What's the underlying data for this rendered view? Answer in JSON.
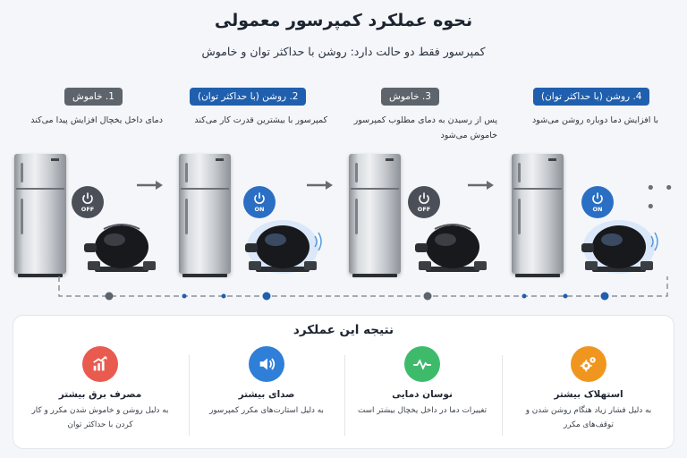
{
  "header": {
    "title": "نحوه عملکرد کمپرسور معمولی",
    "subtitle": "کمپرسور فقط دو حالت دارد: روشن با حداکثر توان و خاموش"
  },
  "stages": [
    {
      "label": "1. خاموش",
      "state": "off",
      "description": "دمای داخل یخچال افزایش پیدا می‌کند",
      "power_label": "OFF"
    },
    {
      "label": "2. روشن (با حداکثر توان)",
      "state": "on",
      "description": "کمپرسور با بیشترین قدرت کار می‌کند",
      "power_label": "ON"
    },
    {
      "label": "3. خاموش",
      "state": "off",
      "description": "پس از رسیدن به دمای مطلوب کمپرسور خاموش می‌شود",
      "power_label": "OFF"
    },
    {
      "label": "4. روشن (با حداکثر توان)",
      "state": "on",
      "description": "با افزایش دما دوباره روشن می‌شود",
      "power_label": "ON"
    }
  ],
  "more_indicator": "• • •",
  "results": {
    "title": "نتیجه این عملکرد",
    "cards": [
      {
        "title": "مصرف برق بیشتر",
        "description": "به دلیل روشن و خاموش شدن مکرر و کار کردن با حداکثر توان",
        "icon": "chart-up-icon",
        "color": "#e95a4f"
      },
      {
        "title": "صدای بیشتر",
        "description": "به دلیل استارت‌های مکرر کمپرسور",
        "icon": "speaker-icon",
        "color": "#2f7fd8"
      },
      {
        "title": "نوسان دمایی",
        "description": "تغییرات دما در داخل یخچال بیشتر است",
        "icon": "wave-icon",
        "color": "#3dbb6b"
      },
      {
        "title": "استهلاک بیشتر",
        "description": "به دلیل فشار زیاد هنگام روشن شدن و توقف‌های مکرر",
        "icon": "gears-icon",
        "color": "#f0961e"
      }
    ]
  },
  "colors": {
    "off": "#5e646c",
    "on": "#1f5fae",
    "timeline_off_dot": "#5e646c",
    "timeline_on_dot": "#1f5fae"
  }
}
